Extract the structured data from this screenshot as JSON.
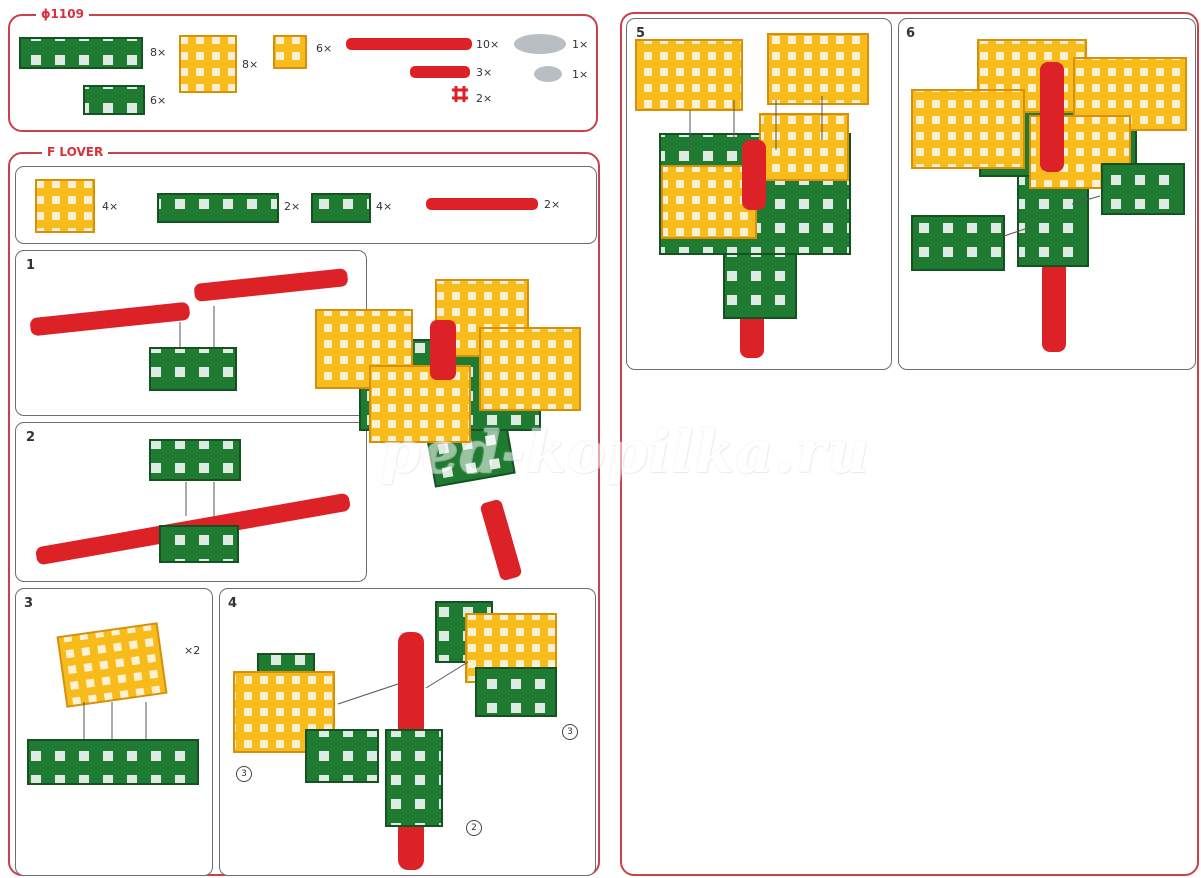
{
  "parts_panel": {
    "code": "ϕ1109",
    "quantities": [
      "8×",
      "8×",
      "6×",
      "6×",
      "10×",
      "3×",
      "2×",
      "1×",
      "1×"
    ]
  },
  "flower_panel": {
    "title": "F LOVER",
    "quantities": [
      "4×",
      "2×",
      "4×",
      "2×"
    ]
  },
  "steps": [
    {
      "number": "1"
    },
    {
      "number": "2"
    },
    {
      "number": "3",
      "note": "×2"
    },
    {
      "number": "4",
      "callouts": [
        "3",
        "2",
        "3"
      ]
    },
    {
      "number": "5"
    },
    {
      "number": "6"
    }
  ],
  "watermark": "ped-kopilka.ru",
  "colors": {
    "frame": "#c8414b",
    "green": "#1f7a32",
    "yellow": "#f7bb1c",
    "red": "#dc2127",
    "gray": "#b9bec4"
  }
}
